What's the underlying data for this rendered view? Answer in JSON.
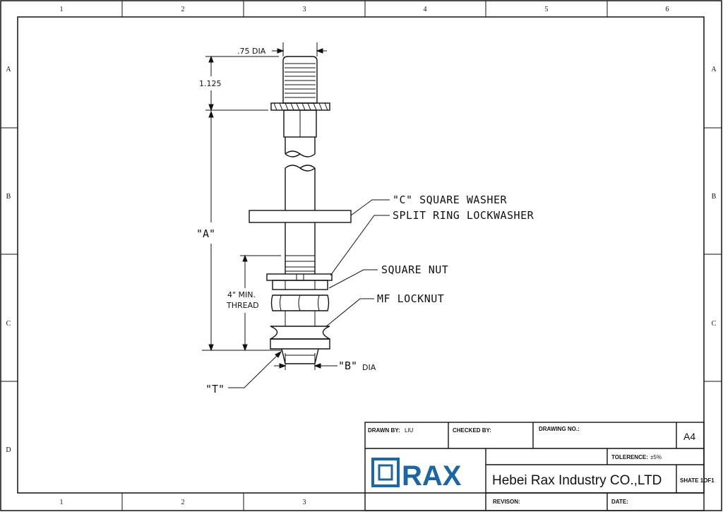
{
  "border": {
    "columns": [
      "1",
      "2",
      "3",
      "4",
      "5",
      "6"
    ],
    "rows": [
      "A",
      "B",
      "C",
      "D"
    ],
    "bottom_columns": [
      "1",
      "2",
      "3"
    ]
  },
  "dimensions": {
    "dia_top": ".75 DIA",
    "height_top": "1.125",
    "length_a": "\"A\"",
    "thread_line1": "4\" MIN.",
    "thread_line2": "THREAD",
    "dia_b": "\"B\"",
    "dia_b_suffix": "DIA",
    "t": "\"T\""
  },
  "callouts": {
    "square_washer": "\"C\" SQUARE WASHER",
    "lockwasher": "SPLIT RING LOCKWASHER",
    "square_nut": "SQUARE NUT",
    "locknut": "MF LOCKNUT"
  },
  "title_block": {
    "drawn_by_label": "DRAWN BY:",
    "drawn_by_value": "LIU",
    "checked_by_label": "CHECKED BY:",
    "drawing_no_label": "DRAWING NO.:",
    "size": "A4",
    "tolerance_label": "TOLERENCE:",
    "tolerance_value": "±5%",
    "logo_text": "RAX",
    "company": "Hebei Rax Industry CO.,LTD",
    "sheet": "SHATE 1OF1",
    "revision_label": "REVISON:",
    "date_label": "DATE:"
  },
  "colors": {
    "line": "#111111",
    "logo": "#1b66a6"
  }
}
